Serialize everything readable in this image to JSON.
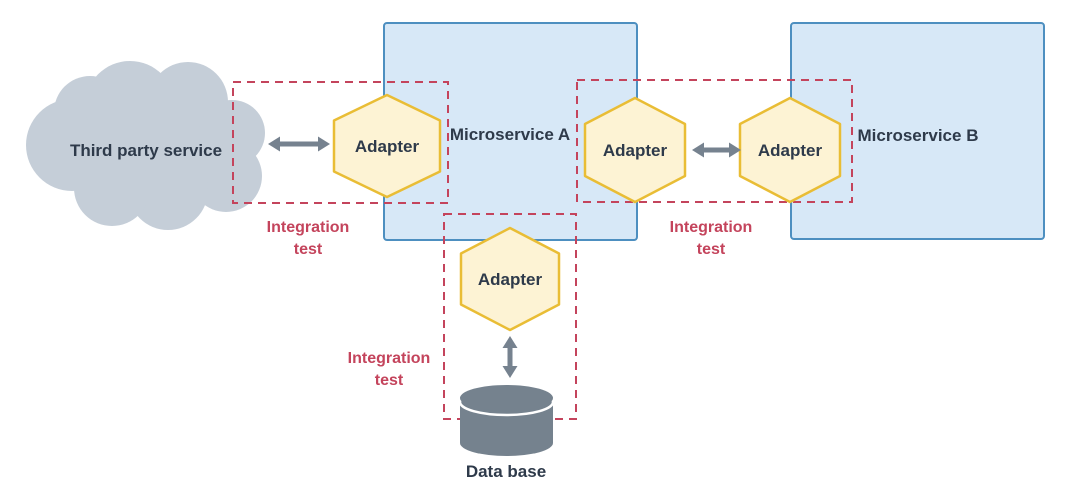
{
  "colors": {
    "service_fill": "#d7e8f7",
    "service_border": "#4d8fc0",
    "adapter_fill": "#fdf3d4",
    "adapter_border": "#e9bd35",
    "cloud_fill": "#c5ced8",
    "arrow": "#76828f",
    "test_accent": "#c4445c",
    "text_dark": "#2e3a4a",
    "database_fill": "#75828e"
  },
  "nodes": {
    "third_party_service": {
      "label": "Third party service"
    },
    "microservice_a": {
      "label": "Microservice A"
    },
    "microservice_b": {
      "label": "Microservice B"
    },
    "database": {
      "label": "Data base"
    },
    "adapters": {
      "a1": {
        "label": "Adapter"
      },
      "a2": {
        "label": "Adapter"
      },
      "a3": {
        "label": "Adapter"
      },
      "a4": {
        "label": "Adapter"
      }
    }
  },
  "tests": {
    "test_1": {
      "line1": "Integration",
      "line2": "test"
    },
    "test_2": {
      "line1": "Integration",
      "line2": "test"
    },
    "test_3": {
      "line1": "Integration",
      "line2": "test"
    }
  }
}
